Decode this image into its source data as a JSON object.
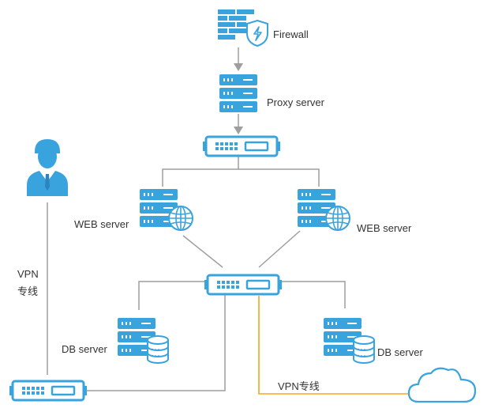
{
  "labels": {
    "firewall": "Firewall",
    "proxy_server": "Proxy server",
    "web_server_left": "WEB server",
    "web_server_right": "WEB server",
    "db_server_left": "DB server",
    "db_server_right": "DB server",
    "vpn_left_line1": "VPN",
    "vpn_left_line2": "专线",
    "vpn_bottom": "VPN专线"
  },
  "colors": {
    "icon_blue": "#39A3DD",
    "icon_light": "#D9EEFA",
    "line_gray": "#9E9E9E",
    "vpn_orange": "#F5A623",
    "text": "#333333"
  }
}
